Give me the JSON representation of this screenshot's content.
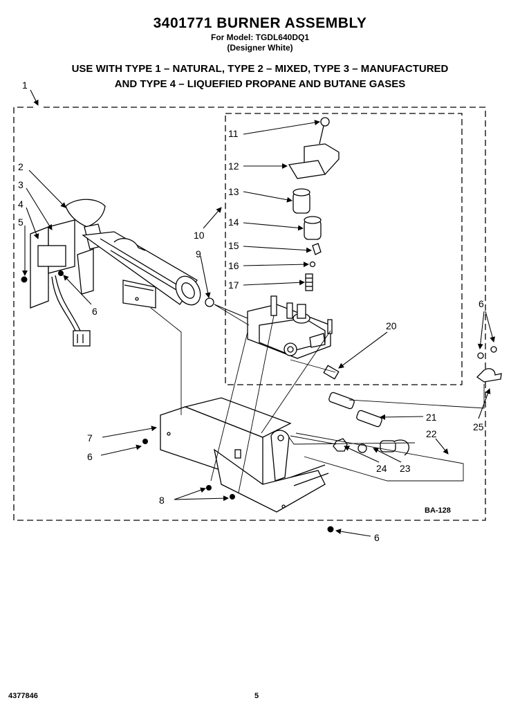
{
  "header": {
    "title": "3401771 BURNER ASSEMBLY",
    "model": "For Model: TGDL640DQ1",
    "variant": "(Designer White)",
    "note_line1": "USE WITH TYPE 1 – NATURAL, TYPE 2 – MIXED, TYPE 3 – MANUFACTURED",
    "note_line2": "AND TYPE 4 – LIQUEFIED PROPANE AND BUTANE GASES"
  },
  "diagram": {
    "reference_code": "BA-128",
    "callouts": {
      "c1": "1",
      "c2": "2",
      "c3": "3",
      "c4": "4",
      "c5": "5",
      "c6": "6",
      "c7": "7",
      "c8": "8",
      "c9": "9",
      "c10": "10",
      "c11": "11",
      "c12": "12",
      "c13": "13",
      "c14": "14",
      "c15": "15",
      "c16": "16",
      "c17": "17",
      "c20": "20",
      "c21": "21",
      "c22": "22",
      "c23": "23",
      "c24": "24",
      "c25": "25"
    }
  },
  "footer": {
    "document_number": "4377846",
    "page_number": "5"
  }
}
